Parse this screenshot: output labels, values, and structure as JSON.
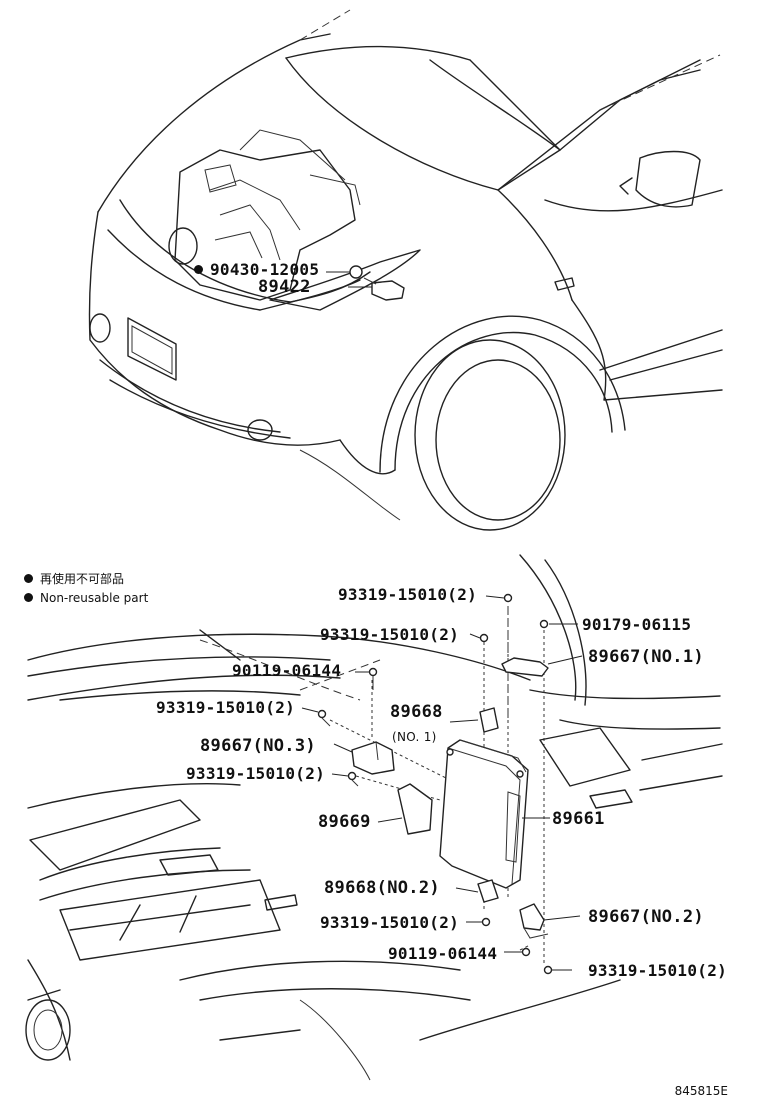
{
  "upper_labels": {
    "sensor_bolt": "90430-12005",
    "sensor": "89422"
  },
  "legend": {
    "jp": "再使用不可部品",
    "en": "Non-reusable part"
  },
  "lower_labels": {
    "bolt_top": "93319-15010(2)",
    "bolt_right_top": "90179-06115",
    "bolt_second": "93319-15010(2)",
    "bracket_no1": "89667(NO.1)",
    "screw_upper": "90119-06144",
    "bolt_left": "93319-15010(2)",
    "bracket_89668": "89668",
    "bracket_89668_sub": "(NO. 1)",
    "bracket_no3": "89667(NO.3)",
    "bolt_left_lower": "93319-15010(2)",
    "ecu": "89661",
    "cover": "89669",
    "bracket_89668_no2": "89668(NO.2)",
    "bracket_no2": "89667(NO.2)",
    "bolt_bottom": "93319-15010(2)",
    "screw_lower": "90119-06144",
    "bolt_bottom_right": "93319-15010(2)"
  },
  "figure_code": "845815E"
}
